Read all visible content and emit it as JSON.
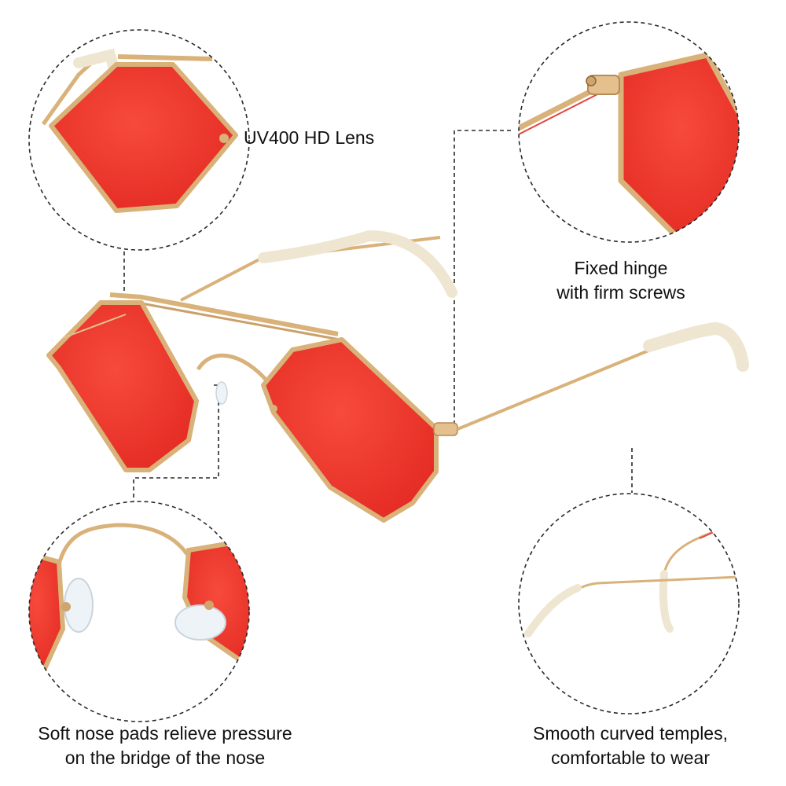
{
  "captions": {
    "lens": "UV400 HD Lens",
    "hinge_line1": "Fixed hinge",
    "hinge_line2": "with firm screws",
    "nose_line1": "Soft nose pads relieve pressure",
    "nose_line2": "on the bridge of the nose",
    "temple_line1": "Smooth curved temples,",
    "temple_line2": "comfortable to wear"
  },
  "colors": {
    "lens_red": "#f2392d",
    "lens_red_dark": "#e02a22",
    "frame_gold": "#d9b27a",
    "frame_gold_dark": "#b88a55",
    "temple_tip": "#f1ead9",
    "nose_pad": "#eef3f7",
    "dashed_line": "#2a2a2a"
  },
  "icons": {
    "product": "sunglasses-icon"
  }
}
